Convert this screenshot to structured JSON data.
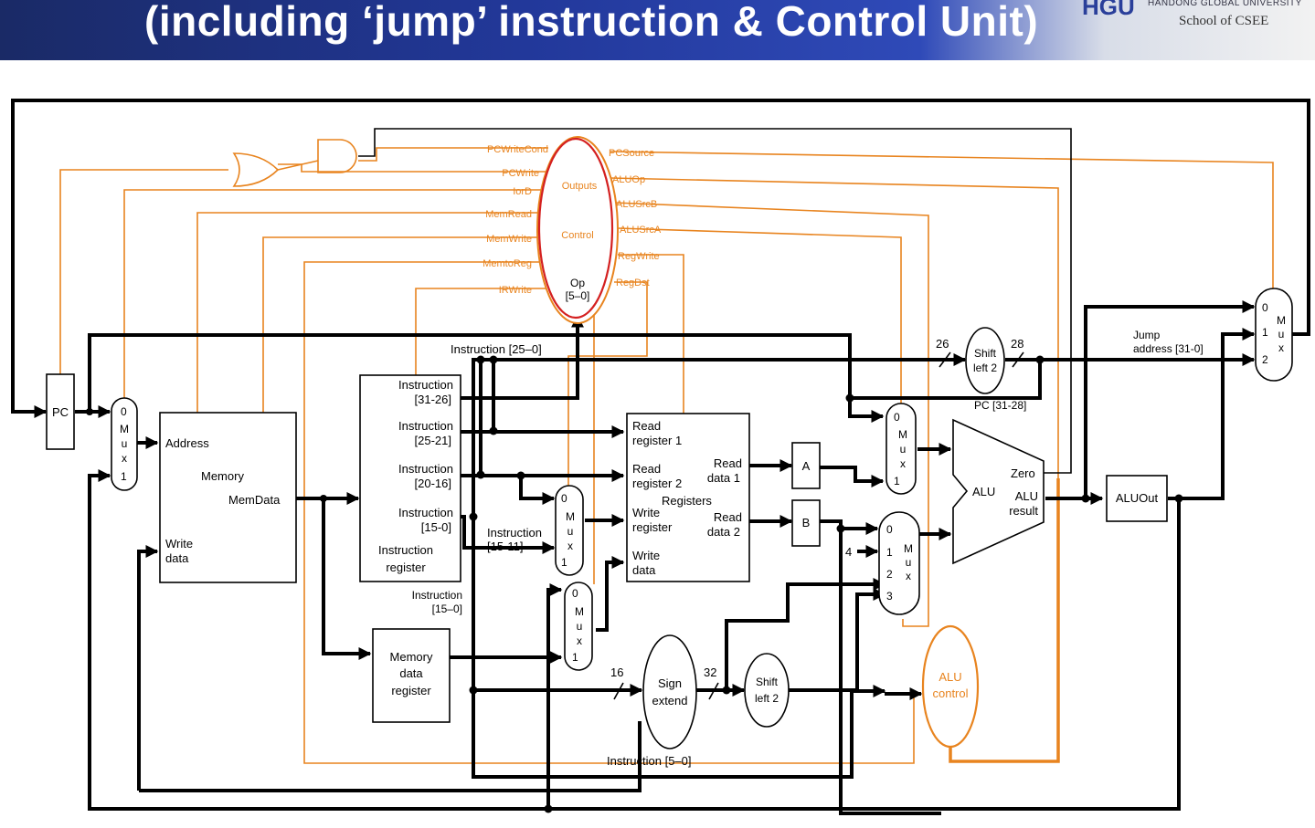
{
  "header": {
    "title": "(including ‘jump’ instruction & Control Unit)",
    "logo": "HGU",
    "university": "HANDONG GLOBAL UNIVERSITY",
    "school": "School of CSEE"
  },
  "control": {
    "outputs": "Outputs",
    "control": "Control",
    "op": "Op",
    "op_bits": "[5–0]",
    "left_signals": [
      "PCWriteCond",
      "PCWrite",
      "IorD",
      "MemRead",
      "MemWrite",
      "MemtoReg",
      "IRWrite"
    ],
    "right_signals": [
      "PCSource",
      "ALUOp",
      "ALUSrcB",
      "ALUSrcA",
      "RegWrite",
      "RegDst"
    ]
  },
  "pc": "PC",
  "mux_label": [
    "M",
    "u",
    "x"
  ],
  "mux_inputs_2": [
    "0",
    "1"
  ],
  "mux_inputs_3": [
    "0",
    "1",
    "2"
  ],
  "mux_inputs_4": [
    "0",
    "1",
    "2",
    "3"
  ],
  "memory": {
    "address": "Address",
    "memory": "Memory",
    "memdata": "MemData",
    "write_data": [
      "Write",
      "data"
    ]
  },
  "ir": {
    "f1": [
      "Instruction",
      "[31-26]"
    ],
    "f2": [
      "Instruction",
      "[25-21]"
    ],
    "f3": [
      "Instruction",
      "[20-16]"
    ],
    "f4": [
      "Instruction",
      "[15-0]"
    ],
    "name": [
      "Instruction",
      "register"
    ]
  },
  "labels": {
    "instr_25_0": "Instruction [25–0]",
    "instr_15_11": [
      "Instruction",
      "[15-11]"
    ],
    "instr_15_0": [
      "Instruction",
      "[15–0]"
    ],
    "instr_5_0": "Instruction [5–0]",
    "jump_address": [
      "Jump",
      "address [31-0]"
    ],
    "pc_31_28": "PC [31-28]",
    "n26": "26",
    "n28": "28",
    "n16": "16",
    "n32": "32",
    "n4": "4"
  },
  "mdr": [
    "Memory",
    "data",
    "register"
  ],
  "registers": {
    "read_reg1": [
      "Read",
      "register 1"
    ],
    "read_reg2": [
      "Read",
      "register 2"
    ],
    "write_reg": [
      "Write",
      "register"
    ],
    "write_data": [
      "Write",
      "data"
    ],
    "name": "Registers",
    "read_data1": [
      "Read",
      "data 1"
    ],
    "read_data2": [
      "Read",
      "data 2"
    ]
  },
  "reg_a": "A",
  "reg_b": "B",
  "sign_extend": [
    "Sign",
    "extend"
  ],
  "shift_left": [
    "Shift",
    "left 2"
  ],
  "alu": {
    "name": "ALU",
    "zero": "Zero",
    "result": [
      "ALU",
      "result"
    ]
  },
  "aluout": "ALUOut",
  "alu_control": [
    "ALU",
    "control"
  ]
}
